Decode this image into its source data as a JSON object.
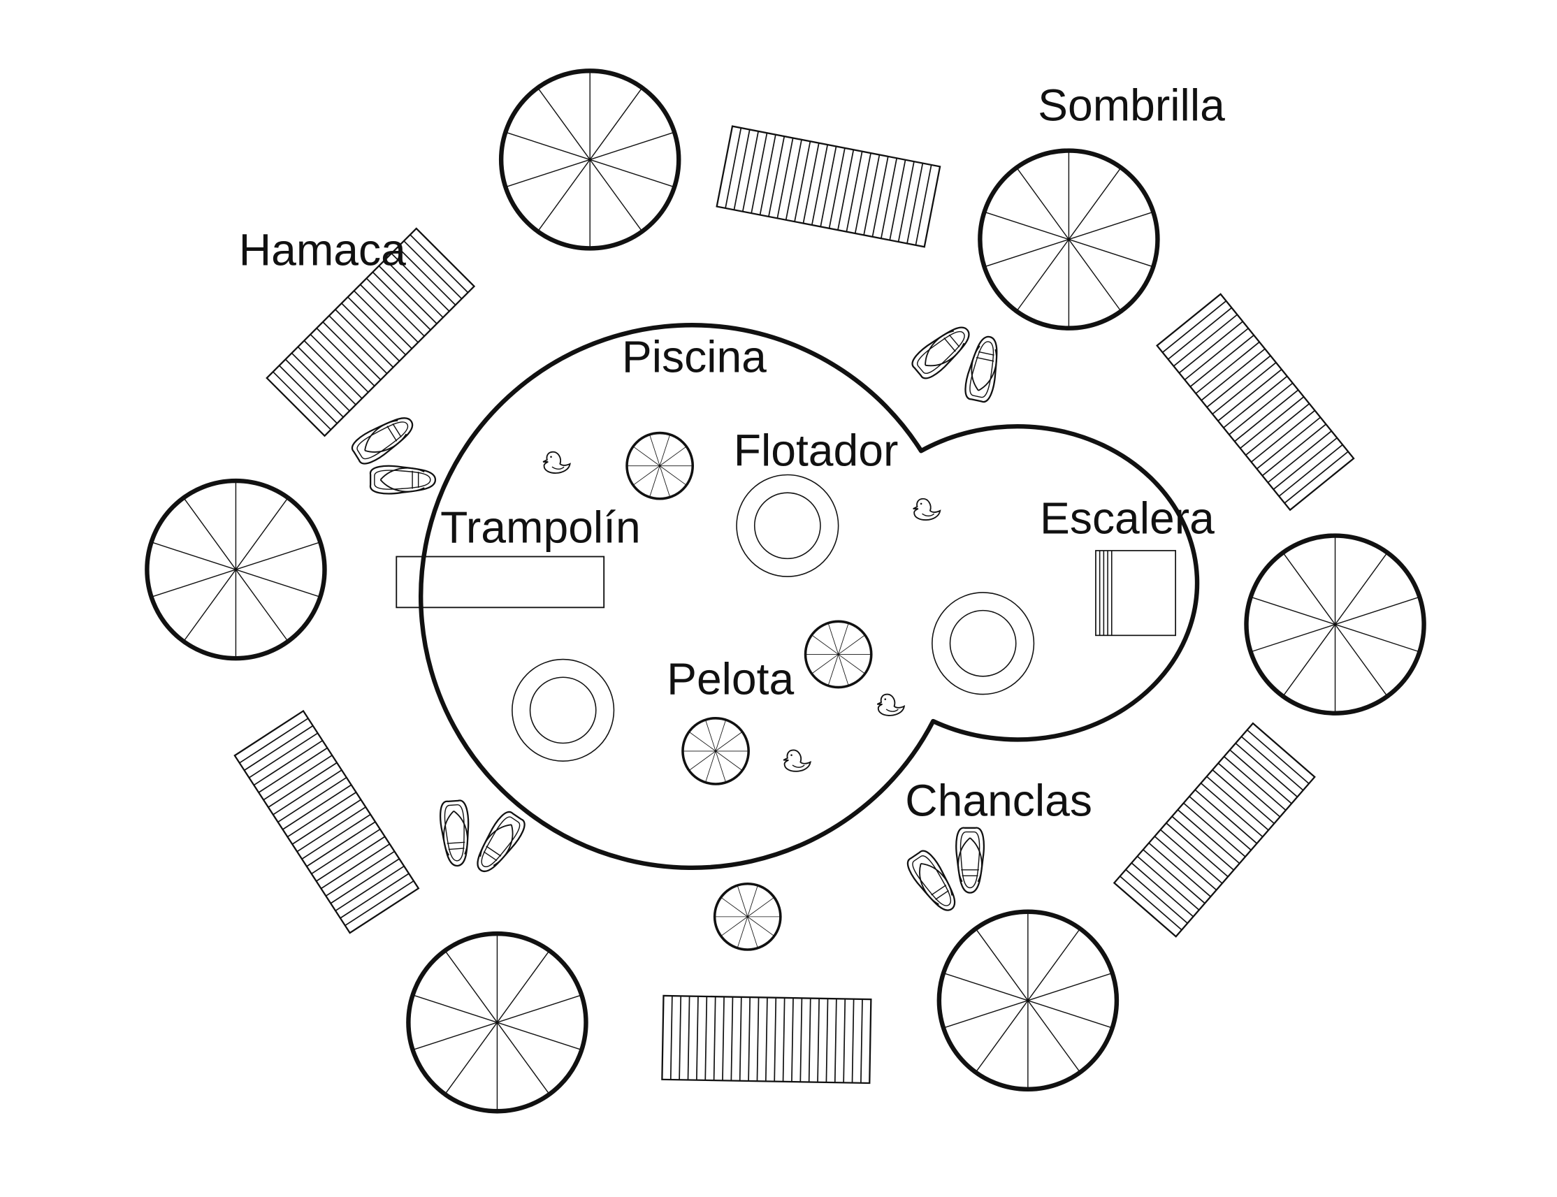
{
  "labels": {
    "sombrilla": "Sombrilla",
    "hamaca": "Hamaca",
    "piscina": "Piscina",
    "flotador": "Flotador",
    "trampolin": "Trampolín",
    "escalera": "Escalera",
    "pelota": "Pelota",
    "chanclas": "Chanclas"
  },
  "colors": {
    "line": "#111111",
    "background": "#ffffff"
  }
}
